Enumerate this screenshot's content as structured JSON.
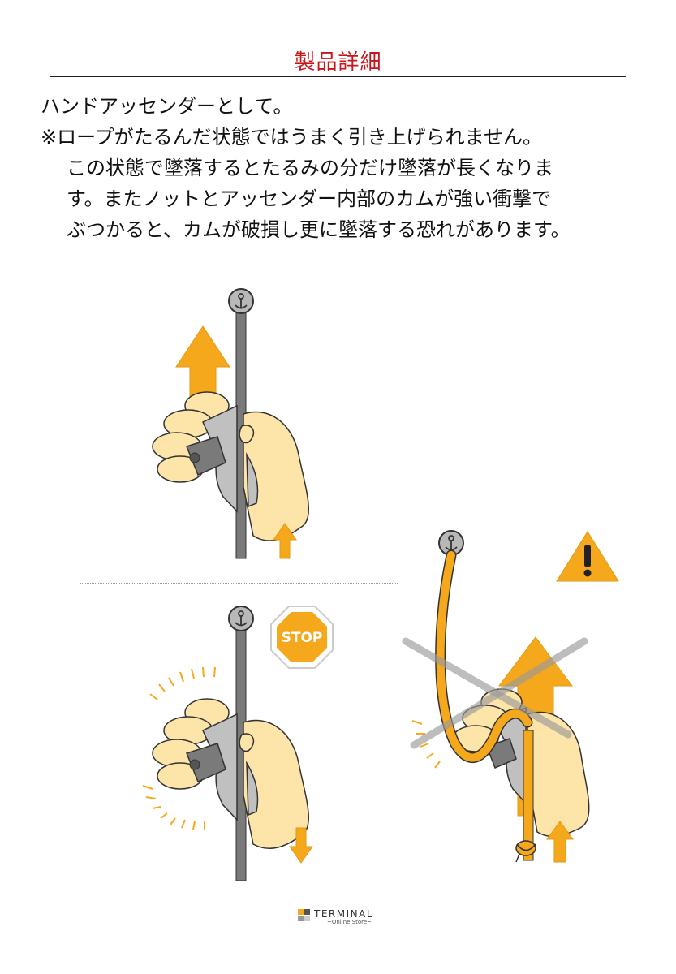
{
  "header": {
    "title": "製品詳細"
  },
  "body": {
    "line1": "ハンドアッセンダーとして。",
    "line2": "※ロープがたるんだ状態ではうまく引き上げられません。",
    "line3": "この状態で墜落するとたるみの分だけ墜落が長くなりま",
    "line4": "す。またノットとアッセンダー内部のカムが強い衝撃で",
    "line5": "ぶつかると、カムが破損し更に墜落する恐れがあります。"
  },
  "illustrations": {
    "stop_sign": "STOP",
    "colors": {
      "arrow": "#f5a81c",
      "hand": "#fde4a8",
      "rope_gray": "#7a7a7a",
      "rope_orange": "#f5a81c",
      "warning": "#f5a81c"
    },
    "icons": [
      "anchor-icon",
      "warning-icon",
      "stop-sign-icon",
      "up-arrow-icon",
      "down-arrow-icon"
    ]
  },
  "footer": {
    "brand": "TERMINAL",
    "sub": "~Online Store~"
  }
}
